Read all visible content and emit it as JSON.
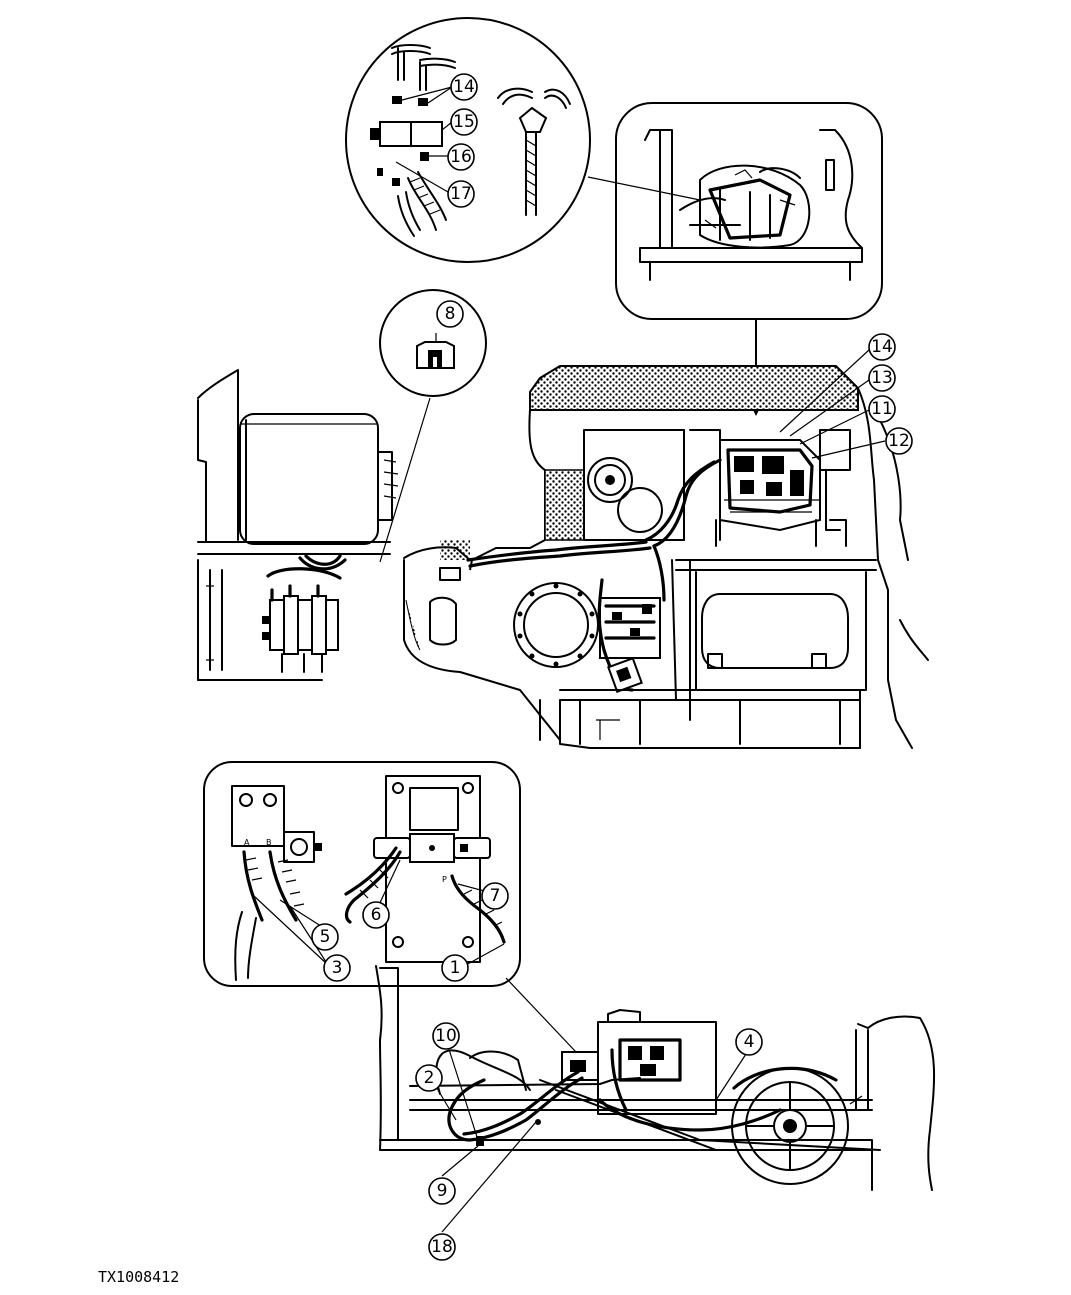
{
  "figure": {
    "document_id": "TX1008412",
    "port_labels": {
      "a": "A",
      "b": "B",
      "p": "P"
    },
    "callouts": [
      {
        "id": "c14-detail",
        "label": "14"
      },
      {
        "id": "c15",
        "label": "15"
      },
      {
        "id": "c16",
        "label": "16"
      },
      {
        "id": "c17",
        "label": "17"
      },
      {
        "id": "c8",
        "label": "8"
      },
      {
        "id": "c14-main",
        "label": "14"
      },
      {
        "id": "c13",
        "label": "13"
      },
      {
        "id": "c11",
        "label": "11"
      },
      {
        "id": "c12",
        "label": "12"
      },
      {
        "id": "c5",
        "label": "5"
      },
      {
        "id": "c3",
        "label": "3"
      },
      {
        "id": "c6",
        "label": "6"
      },
      {
        "id": "c7",
        "label": "7"
      },
      {
        "id": "c1",
        "label": "1"
      },
      {
        "id": "c10",
        "label": "10"
      },
      {
        "id": "c2",
        "label": "2"
      },
      {
        "id": "c4",
        "label": "4"
      },
      {
        "id": "c9",
        "label": "9"
      },
      {
        "id": "c18",
        "label": "18"
      }
    ]
  }
}
